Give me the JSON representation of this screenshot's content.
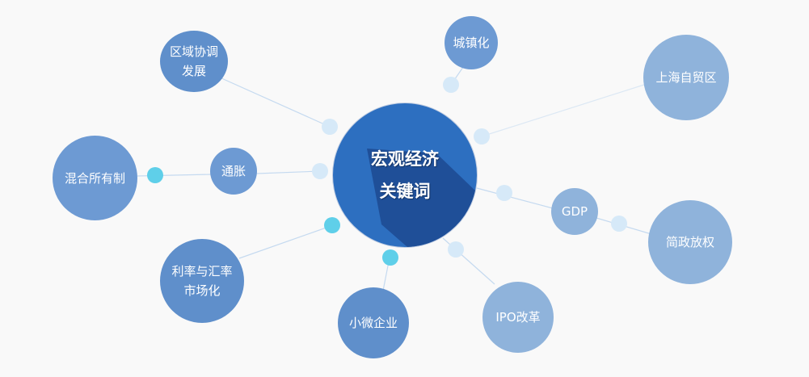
{
  "center": {
    "line1": "宏观经济",
    "line2": "关键词"
  },
  "nodes": {
    "regional": "区域协调\n发展",
    "urbanization": "城镇化",
    "shanghai_ftz": "上海自贸区",
    "mixed_ownership": "混合所有制",
    "inflation": "通胀",
    "gdp": "GDP",
    "simplify_gov": "简政放权",
    "rate_market": "利率与汇率\n市场化",
    "small_micro": "小微企业",
    "ipo_reform": "IPO改革"
  },
  "colors": {
    "background": "#f9f9f9",
    "center": "#2d6fc0",
    "center_shade": "#1f4f98",
    "node_dark": "#5f8fcb",
    "node_mid": "#6d9ad3",
    "node_light": "#8fb3db",
    "dot_light": "#d6e9f8",
    "dot_cyan": "#5fcfe9",
    "line": "#c5daf0"
  }
}
